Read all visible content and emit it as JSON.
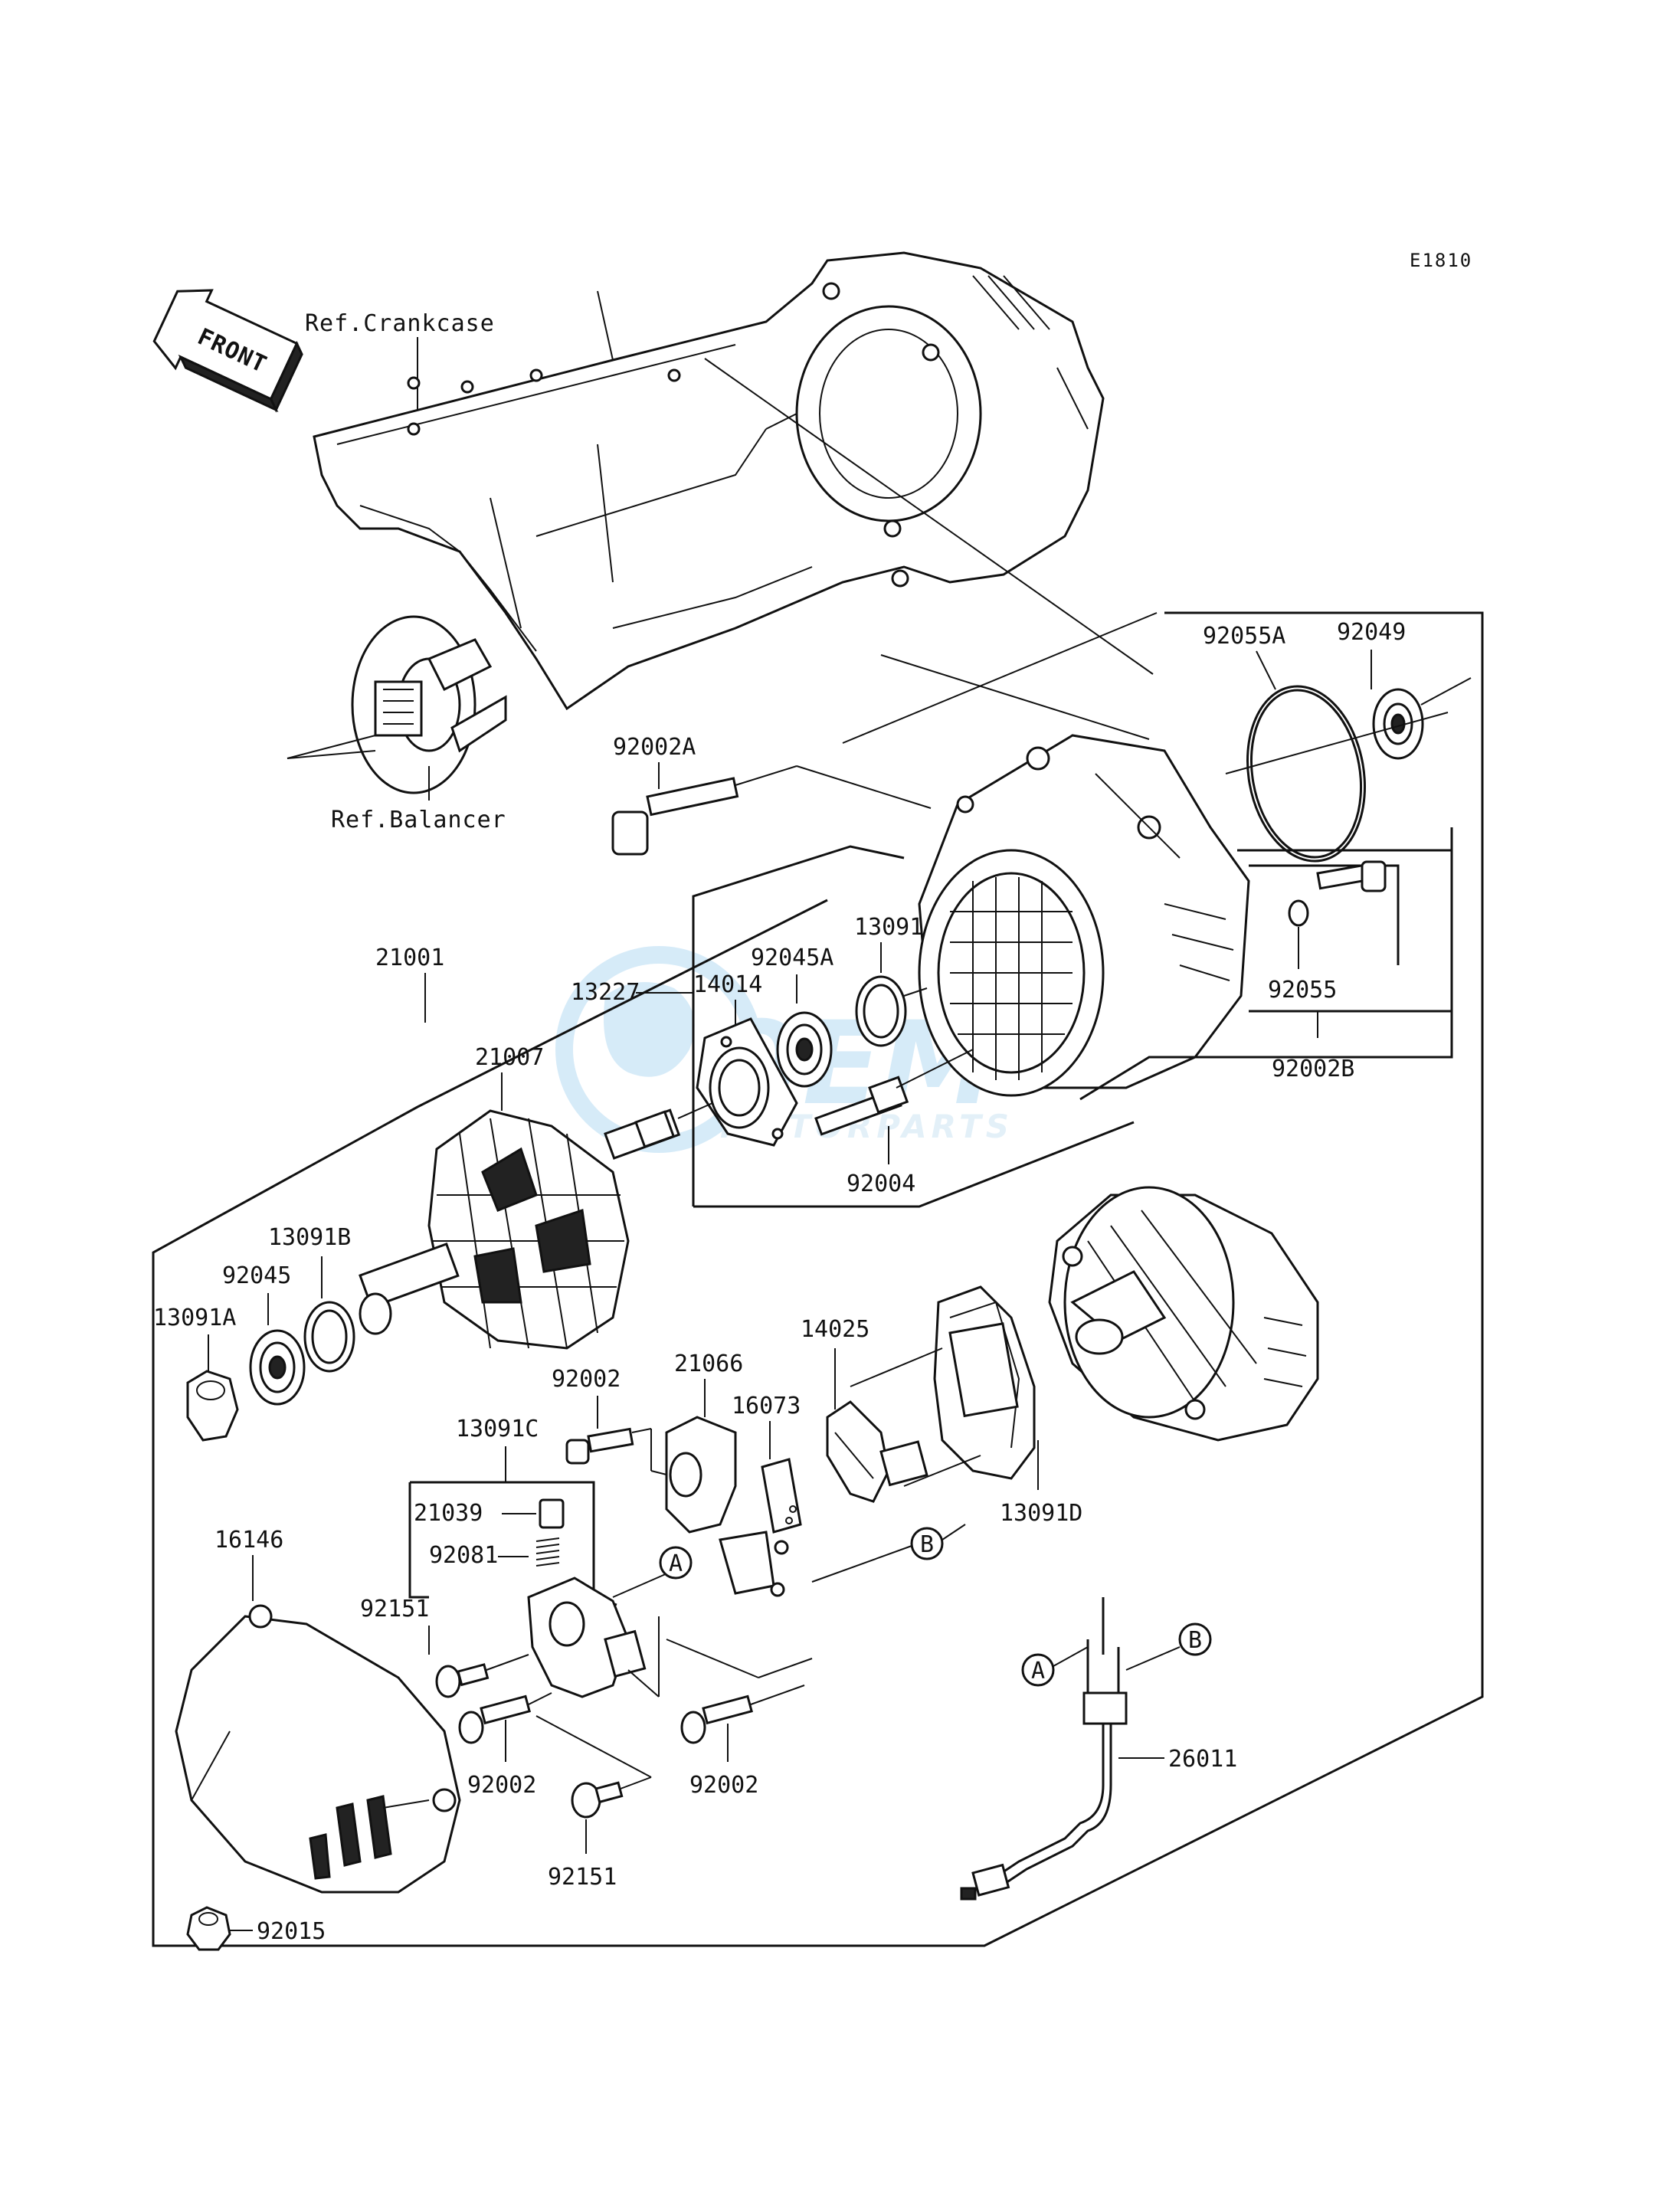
{
  "diagram_code": "E1810",
  "front_label": "FRONT",
  "refs": {
    "crankcase": "Ref.Crankcase",
    "balancer": "Ref.Balancer"
  },
  "watermark": {
    "brand": "OEM",
    "sub": "MOTORPARTS"
  },
  "callouts": {
    "a": "A",
    "b": "B"
  },
  "parts": {
    "p92055A": "92055A",
    "p92049": "92049",
    "p92002A": "92002A",
    "p21001": "21001",
    "p13091": "13091",
    "p92045A": "92045A",
    "p13227": "13227",
    "p14014": "14014",
    "p92055": "92055",
    "p92002B": "92002B",
    "p21007": "21007",
    "p92004": "92004",
    "p13091B": "13091B",
    "p92045": "92045",
    "p13091A": "13091A",
    "p14025": "14025",
    "p92002_top": "92002",
    "p21066": "21066",
    "p16073": "16073",
    "p13091C": "13091C",
    "p13091D": "13091D",
    "p21039": "21039",
    "p16146": "16146",
    "p92081": "92081",
    "p92151_left": "92151",
    "p92002_mid": "92002",
    "p92002_right": "92002",
    "p26011": "26011",
    "p92151_bottom": "92151",
    "p92015": "92015"
  }
}
